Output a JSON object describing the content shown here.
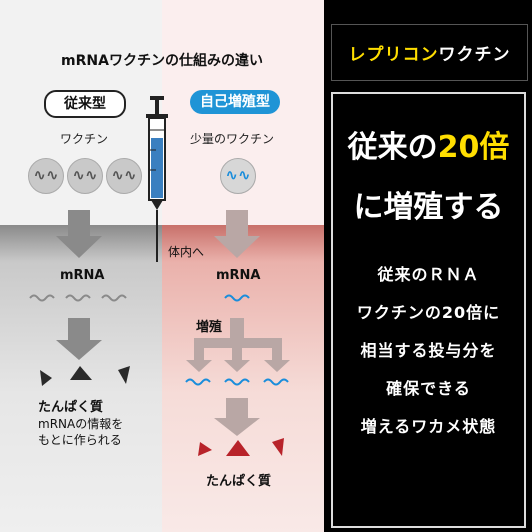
{
  "illustration": {
    "title": "mRNAワクチンの仕組みの違い",
    "conventional": {
      "pill": "従来型",
      "vaccine": "ワクチン",
      "mrna": "mRNA",
      "protein": "たんぱく質",
      "note1": "mRNAの情報を",
      "note2": "もとに作られる"
    },
    "self_amplifying": {
      "pill": "自己増殖型",
      "vaccine": "少量のワクチン",
      "into_body": "体内へ",
      "mrna": "mRNA",
      "amplify": "増殖",
      "protein": "たんぱく質"
    },
    "colors": {
      "blue": "#1f94d6",
      "red": "#b8232a",
      "grey": "#777777"
    }
  },
  "banner": {
    "part1": "レプリコン",
    "part2": "ワクチン"
  },
  "message": {
    "headline_prefix": "従来の",
    "headline_number": "20倍",
    "headline_line2": "に増殖する",
    "lines": [
      "従来のＲＮＡ",
      "ワクチンの20倍に",
      "相当する投与分を",
      "確保できる",
      "増えるワカメ状態"
    ]
  }
}
